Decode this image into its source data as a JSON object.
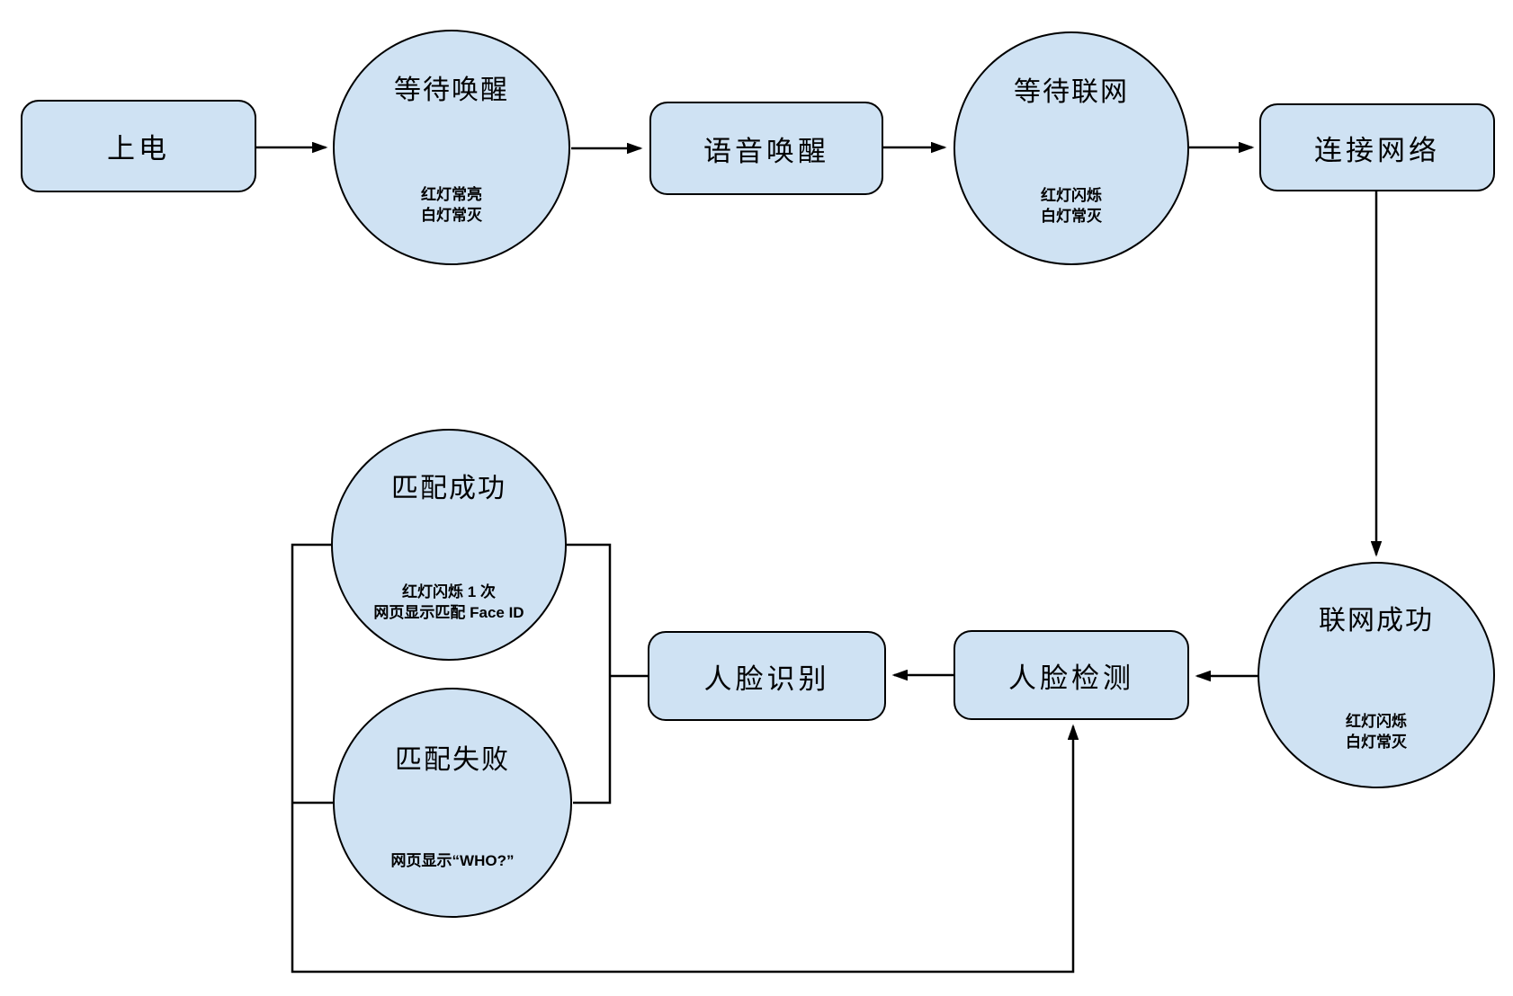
{
  "diagram": {
    "colors": {
      "background": "#ffffff",
      "node_fill": "#cfe2f3",
      "node_stroke": "#000000",
      "connector": "#000000"
    },
    "nodes": {
      "power_on": {
        "label": "上电"
      },
      "wait_wake": {
        "title": "等待唤醒",
        "sub1": "红灯常亮",
        "sub2": "白灯常灭"
      },
      "voice_wake": {
        "label": "语音唤醒"
      },
      "wait_network": {
        "title": "等待联网",
        "sub1": "红灯闪烁",
        "sub2": "白灯常灭"
      },
      "connect_network": {
        "label": "连接网络"
      },
      "network_success": {
        "title": "联网成功",
        "sub1": "红灯闪烁",
        "sub2": "白灯常灭"
      },
      "face_detect": {
        "label": "人脸检测"
      },
      "face_recognize": {
        "label": "人脸识别"
      },
      "match_success": {
        "title": "匹配成功",
        "sub1": "红灯闪烁 1 次",
        "sub2": "网页显示匹配 Face ID"
      },
      "match_fail": {
        "title": "匹配失败",
        "sub1": "网页显示“WHO?”"
      }
    },
    "edges": [
      {
        "from": "上电",
        "to": "等待唤醒"
      },
      {
        "from": "等待唤醒",
        "to": "语音唤醒"
      },
      {
        "from": "语音唤醒",
        "to": "等待联网"
      },
      {
        "from": "等待联网",
        "to": "连接网络"
      },
      {
        "from": "连接网络",
        "to": "联网成功"
      },
      {
        "from": "联网成功",
        "to": "人脸检测"
      },
      {
        "from": "人脸检测",
        "to": "人脸识别"
      },
      {
        "from": "人脸识别",
        "to": "匹配成功"
      },
      {
        "from": "人脸识别",
        "to": "匹配失败"
      },
      {
        "from": "匹配失败",
        "to": "人脸检测"
      }
    ]
  }
}
